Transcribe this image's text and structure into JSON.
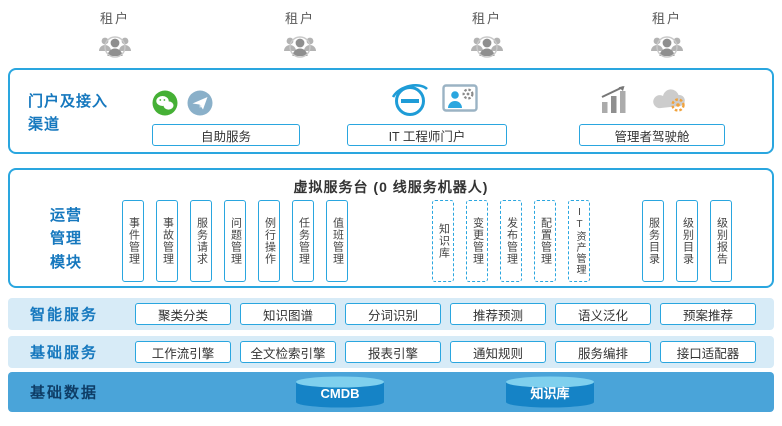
{
  "tenants": [
    {
      "label": "租户",
      "icon": "tenant-group-icon"
    },
    {
      "label": "租户",
      "icon": "tenant-group-icon"
    },
    {
      "label": "租户",
      "icon": "tenant-group-icon"
    },
    {
      "label": "租户",
      "icon": "tenant-group-icon"
    }
  ],
  "portal": {
    "label": "门户及接入\n渠道",
    "groups": [
      {
        "button": "自助服务",
        "icons": [
          "wechat-icon",
          "paper-plane-icon"
        ]
      },
      {
        "button": "IT 工程师门户",
        "icons": [
          "ie-browser-icon",
          "engineer-portal-icon"
        ]
      },
      {
        "button": "管理者驾驶舱",
        "icons": [
          "bar-chart-icon",
          "cloud-gear-icon"
        ]
      }
    ]
  },
  "operations": {
    "label": "运营\n管理\n模块",
    "title": "虚拟服务台 (0 线服务机器人)",
    "process_modules": [
      "事件管理",
      "事故管理",
      "服务请求",
      "问题管理",
      "例行操作",
      "任务管理",
      "值班管理"
    ],
    "dashed_modules": [
      "知识库",
      "变更管理",
      "发布管理",
      "配置管理",
      "IT资产管理"
    ],
    "catalog_modules": [
      "服务目录",
      "级别目录",
      "级别报告"
    ]
  },
  "smart_services": {
    "label": "智能服务",
    "items": [
      "聚类分类",
      "知识图谱",
      "分词识别",
      "推荐预测",
      "语义泛化",
      "预案推荐"
    ]
  },
  "basic_services": {
    "label": "基础服务",
    "items": [
      "工作流引擎",
      "全文检索引擎",
      "报表引擎",
      "通知规则",
      "服务编排",
      "接口适配器"
    ]
  },
  "basic_data": {
    "label": "基础数据",
    "stores": [
      "CMDB",
      "知识库"
    ]
  },
  "colors": {
    "border_blue": "#2aa6df",
    "label_blue": "#1678be",
    "band_light": "#d7ebf7",
    "band_bottom": "#4aa4d9",
    "cylinder_body": "#1583c6",
    "cylinder_top": "#7fd0ee",
    "wechat_green": "#45b035",
    "icon_gray": "#a6a6a6"
  }
}
